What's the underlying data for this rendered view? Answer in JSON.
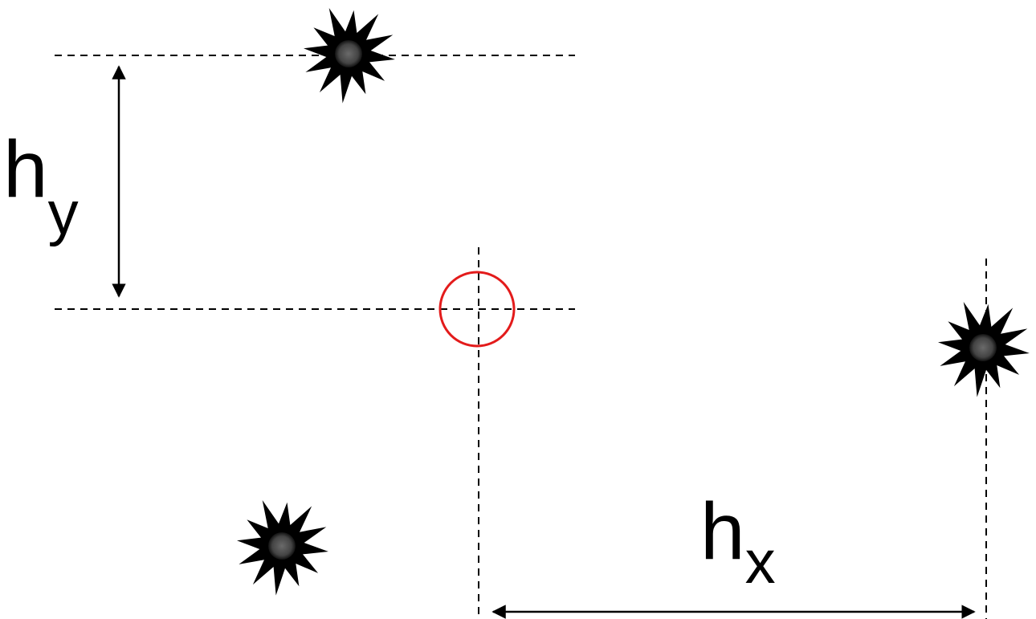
{
  "labels": {
    "hy_main": "h",
    "hy_sub": "y",
    "hx_main": "h",
    "hx_sub": "x"
  },
  "colors": {
    "line": "#000000",
    "circle": "#e31b1b",
    "star_fill": "#000000",
    "star_center": "#555555"
  },
  "icons": {
    "star": "star-burst-icon",
    "marker": "red-circle-marker"
  }
}
